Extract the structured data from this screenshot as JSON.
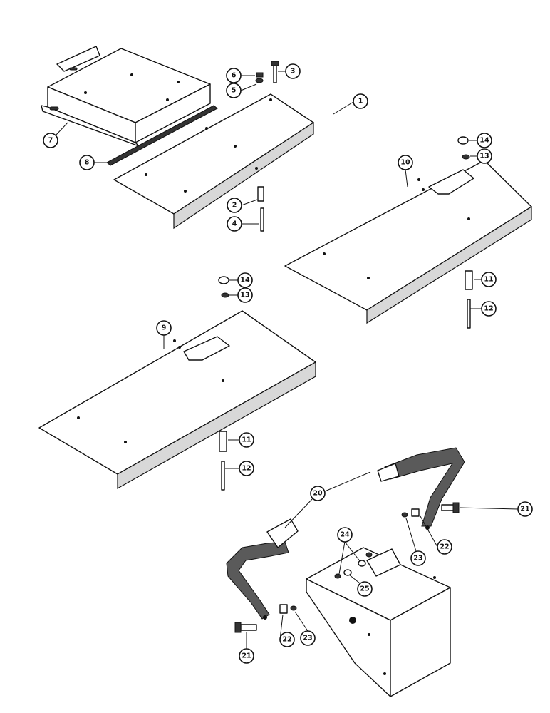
{
  "callouts": [
    {
      "id": "c1",
      "label": "1"
    },
    {
      "id": "c2",
      "label": "2"
    },
    {
      "id": "c3",
      "label": "3"
    },
    {
      "id": "c4",
      "label": "4"
    },
    {
      "id": "c5",
      "label": "5"
    },
    {
      "id": "c6",
      "label": "6"
    },
    {
      "id": "c7",
      "label": "7"
    },
    {
      "id": "c8",
      "label": "8"
    },
    {
      "id": "c9",
      "label": "9"
    },
    {
      "id": "c10",
      "label": "10"
    },
    {
      "id": "c11a",
      "label": "11"
    },
    {
      "id": "c11b",
      "label": "11"
    },
    {
      "id": "c12a",
      "label": "12"
    },
    {
      "id": "c12b",
      "label": "12"
    },
    {
      "id": "c13a",
      "label": "13"
    },
    {
      "id": "c13b",
      "label": "13"
    },
    {
      "id": "c14a",
      "label": "14"
    },
    {
      "id": "c14b",
      "label": "14"
    },
    {
      "id": "c20",
      "label": "20"
    },
    {
      "id": "c21a",
      "label": "21"
    },
    {
      "id": "c21b",
      "label": "21"
    },
    {
      "id": "c22a",
      "label": "22"
    },
    {
      "id": "c22b",
      "label": "22"
    },
    {
      "id": "c23a",
      "label": "23"
    },
    {
      "id": "c23b",
      "label": "23"
    },
    {
      "id": "c24",
      "label": "24"
    },
    {
      "id": "c25",
      "label": "25"
    }
  ]
}
